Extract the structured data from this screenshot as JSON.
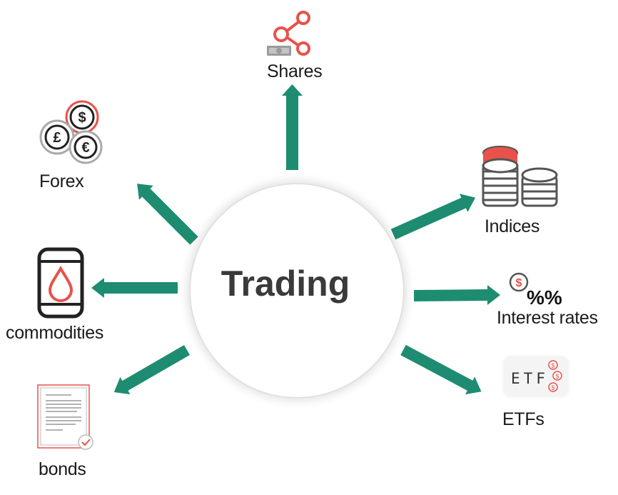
{
  "center": {
    "title": "Trading"
  },
  "nodes": {
    "shares": {
      "label": "Shares"
    },
    "forex": {
      "label": "Forex"
    },
    "indices": {
      "label": "Indices"
    },
    "commodities": {
      "label": "commodities"
    },
    "interest_rates": {
      "label": "Interest rates"
    },
    "bonds": {
      "label": "bonds"
    },
    "etfs": {
      "label": "ETFs"
    }
  },
  "icons": {
    "shares": "share-icon",
    "forex": "currency-coins-icon",
    "indices": "coin-stack-icon",
    "commodities": "oil-barrel-icon",
    "interest_rates": "dollar-percent-icon",
    "etfs": "etf-icon",
    "bonds": "document-icon"
  },
  "icon_text": {
    "etf": "ETF",
    "pound": "£",
    "euro": "€",
    "dollar": "$",
    "percent": "%%"
  },
  "colors": {
    "arrow": "#1e8c70",
    "accent": "#e8524a",
    "dark": "#222222"
  }
}
